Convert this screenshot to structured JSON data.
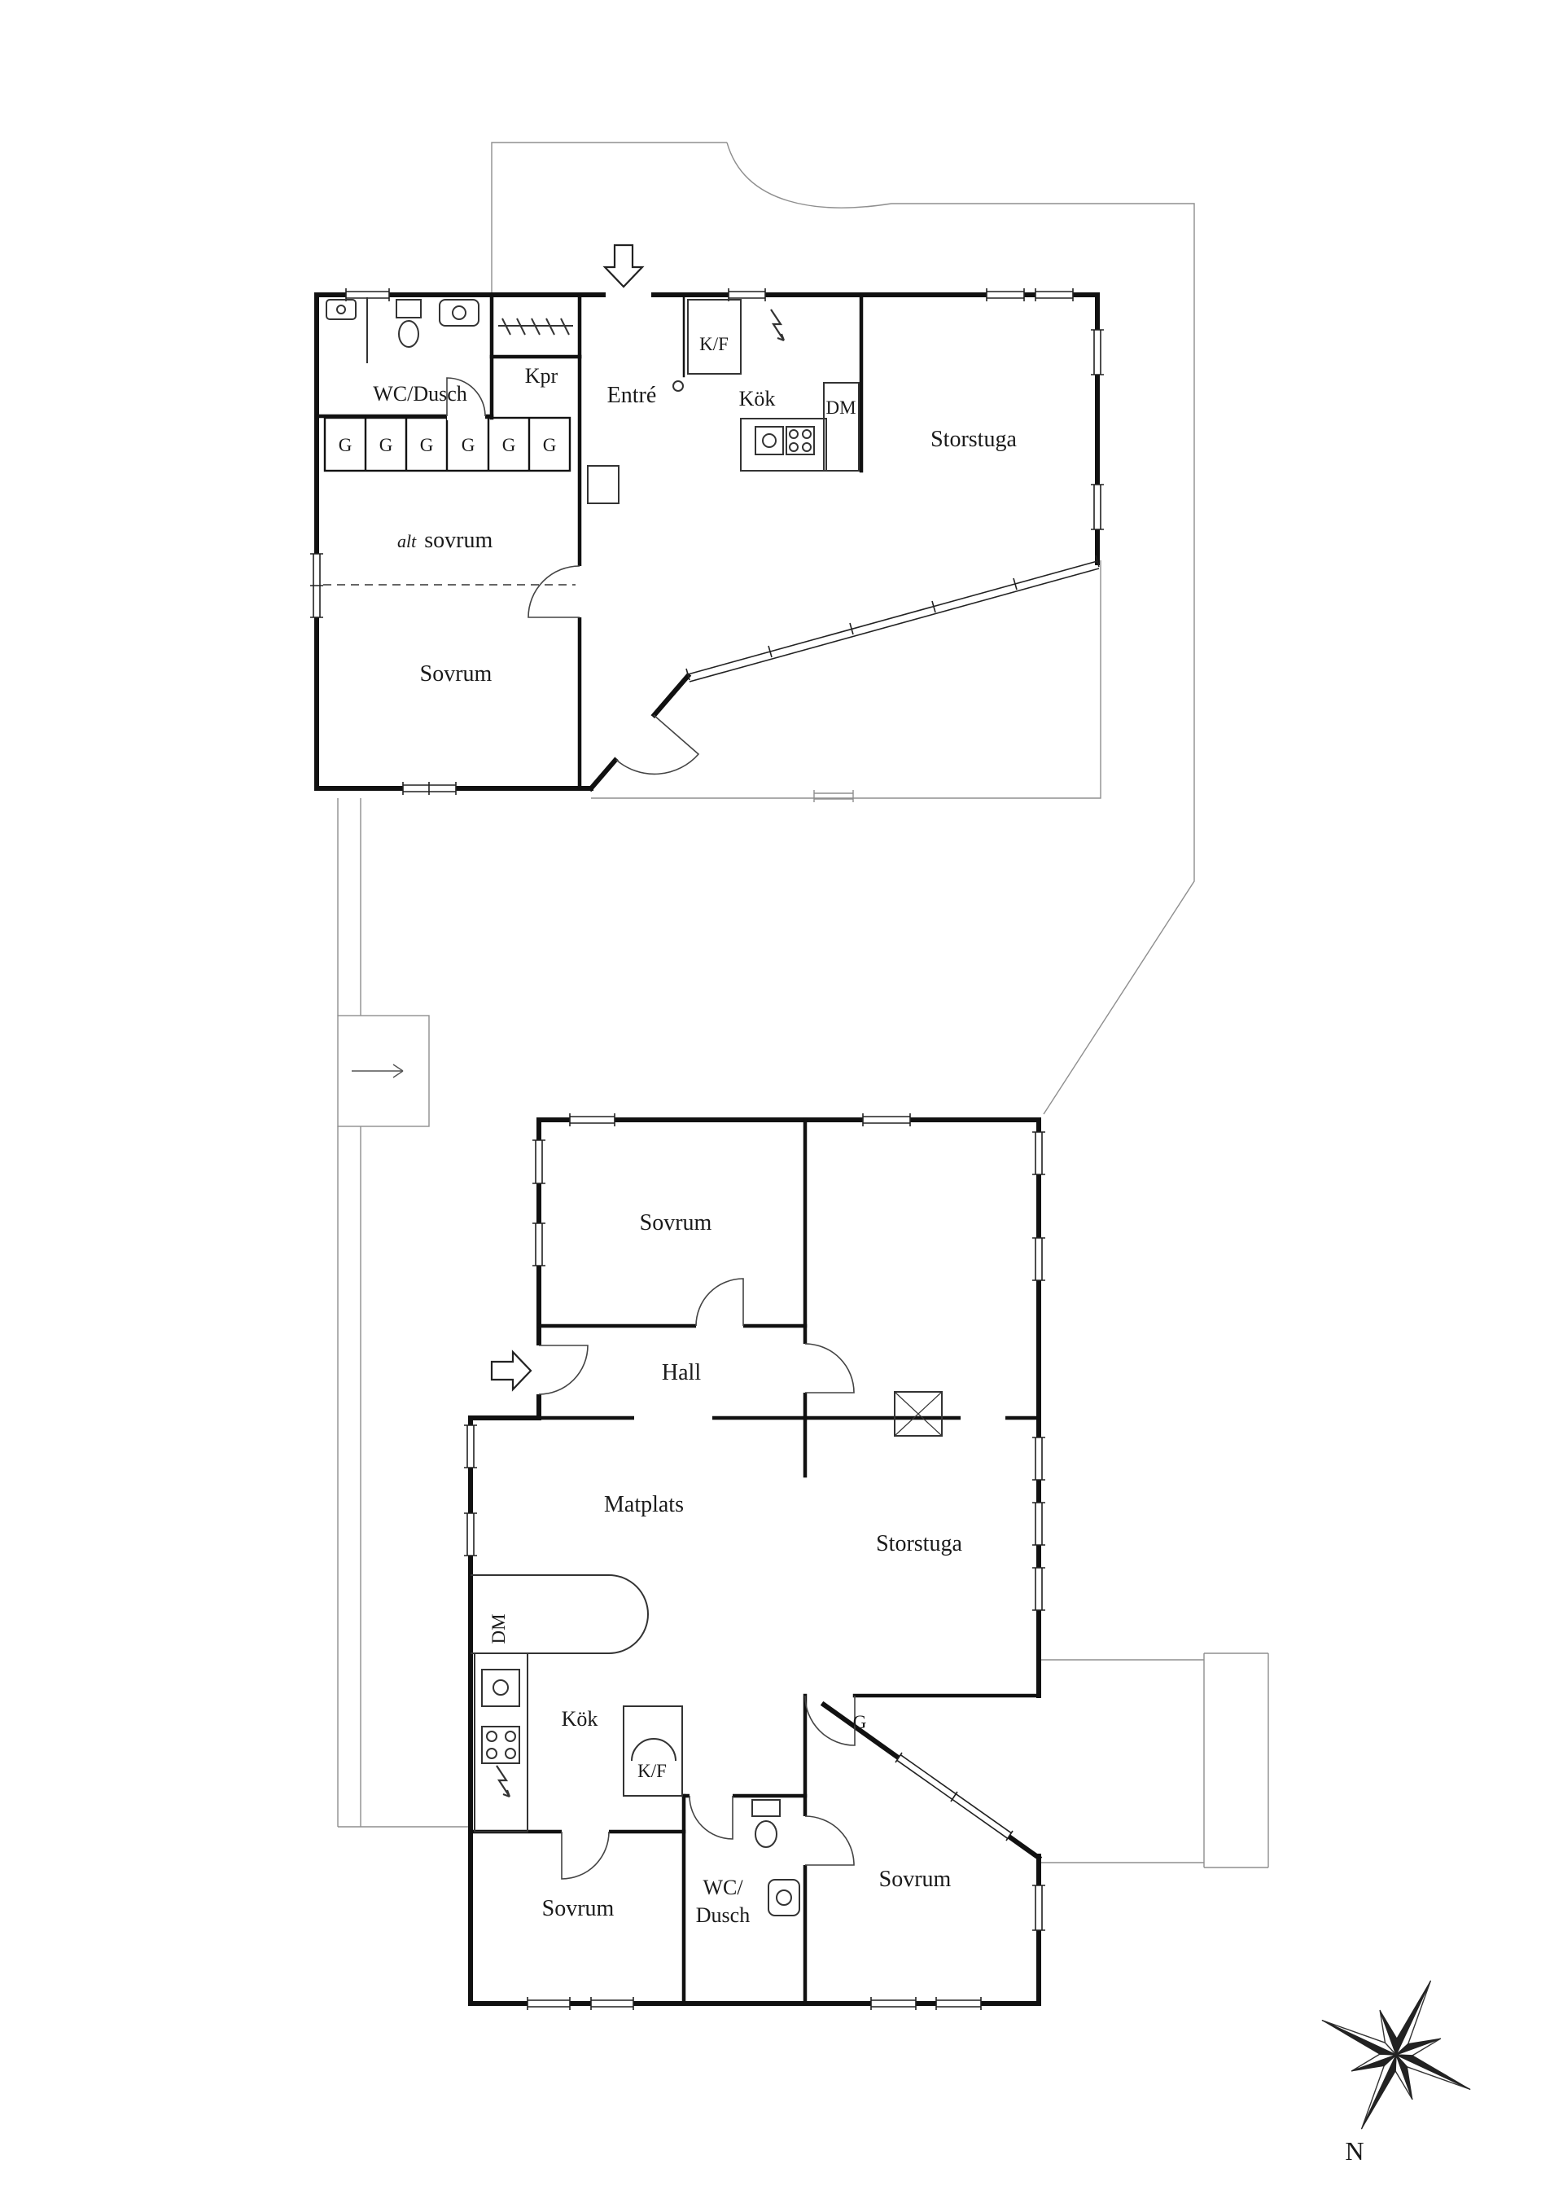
{
  "upper": {
    "wc_dusch": "WC/Dusch",
    "kpr": "Kpr",
    "entre": "Entré",
    "kf": "K/F",
    "kok": "Kök",
    "dm": "DM",
    "storstuga": "Storstuga",
    "alt_prefix": "alt",
    "alt_room": "sovrum",
    "sovrum": "Sovrum",
    "wardrobes": [
      "G",
      "G",
      "G",
      "G",
      "G",
      "G"
    ]
  },
  "lower": {
    "sovrum_top": "Sovrum",
    "hall": "Hall",
    "matplats": "Matplats",
    "storstuga": "Storstuga",
    "dm": "DM",
    "kok": "Kök",
    "kf": "K/F",
    "g": "G",
    "sovrum_left": "Sovrum",
    "wc_line1": "WC/",
    "wc_line2": "Dusch",
    "sovrum_right": "Sovrum"
  },
  "compass": {
    "north": "N"
  }
}
